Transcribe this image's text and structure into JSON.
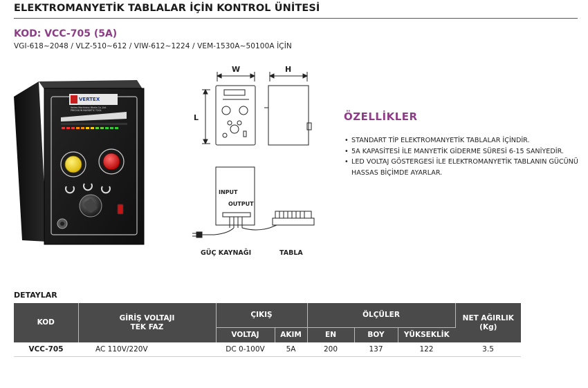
{
  "header": {
    "title": "ELEKTROMANYETİK TABLALAR İÇİN KONTROL ÜNİTESİ"
  },
  "model": {
    "code": "KOD: VCC-705 (5A)",
    "compatibility": "VGI-618~2048 / VLZ-510~612 / VIW-612~1224 / VEM-1530A~50100A İÇİN"
  },
  "product_image": {
    "brand": "VERTEX",
    "company": "Vertex Machinery Works Co.,Ltd.",
    "product_line": "PRECISION MAGNETIC TOOL"
  },
  "diagram": {
    "dim_width": "W",
    "dim_height": "H",
    "dim_length": "L",
    "input_label": "INPUT",
    "output_label": "OUTPUT",
    "power_label": "GÜÇ KAYNAĞI",
    "table_label": "TABLA"
  },
  "features": {
    "title": "ÖZELLİKLER",
    "items": [
      "STANDART TİP ELEKTROMANYETİK TABLALAR İÇİNDİR.",
      "5A KAPASİTESİ İLE MANYETİK GİDERME SÜRESİ 6-15 SANİYEDİR.",
      "LED VOLTAJ GÖSTERGESİ İLE ELEKTROMANYETİK TABLANIN GÜCÜNÜ HASSAS BİÇİMDE AYARLAR."
    ]
  },
  "details": {
    "title": "DETAYLAR",
    "headers": {
      "kod": "KOD",
      "giris_line1": "GİRİŞ VOLTAJI",
      "giris_line2": "TEK FAZ",
      "cikis": "ÇIKIŞ",
      "olculer": "ÖLÇÜLER",
      "agirlik_line1": "NET AĞIRLIK",
      "agirlik_line2": "(Kg)",
      "voltaj": "VOLTAJ",
      "akim": "AKIM",
      "en": "EN",
      "boy": "BOY",
      "yukseklik": "YÜKSEKLİK"
    },
    "row": {
      "kod": "VCC-705",
      "giris": "AC 110V/220V",
      "voltaj": "DC 0-100V",
      "akim": "5A",
      "en": "200",
      "boy": "137",
      "yukseklik": "122",
      "agirlik": "3.5"
    }
  },
  "colors": {
    "accent": "#8c3d86",
    "table_header": "#4a4a4a"
  }
}
